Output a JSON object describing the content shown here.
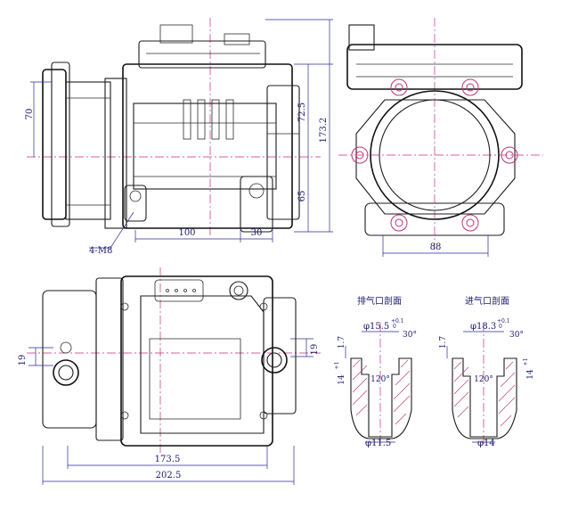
{
  "dimensions": {
    "top_left_height": "70",
    "top_right_upper": "72.5",
    "top_right_total": "173.2",
    "top_right_lower": "65",
    "thread_callout": "4-M8",
    "width_100": "100",
    "width_30": "30",
    "right_view_width": "88",
    "bottom_left_19": "19",
    "bottom_right_19": "19",
    "bottom_width_inner": "173.5",
    "bottom_width_total": "202.5"
  },
  "sections": {
    "exhaust": {
      "title": "排气口剖面",
      "dia_top": "φ15.5",
      "tol_top": "+0.1",
      "tol_top2": "0",
      "chamfer": "30°",
      "depth_left": "1.7",
      "depth_right": "14",
      "depth_tol": "+1",
      "angle": "120°",
      "dia_bottom": "φ11.5"
    },
    "intake": {
      "title": "进气口剖面",
      "dia_top": "φ18.3",
      "tol_top": "+0.1",
      "tol_top2": "0",
      "chamfer": "30°",
      "depth_left": "1.7",
      "depth_right": "14",
      "depth_tol": "+1",
      "angle": "120°",
      "dia_bottom": "φ14"
    }
  },
  "colors": {
    "outline": "#1c1c1c",
    "dimension": "#2a2a9a",
    "centerline": "#c0307a"
  }
}
